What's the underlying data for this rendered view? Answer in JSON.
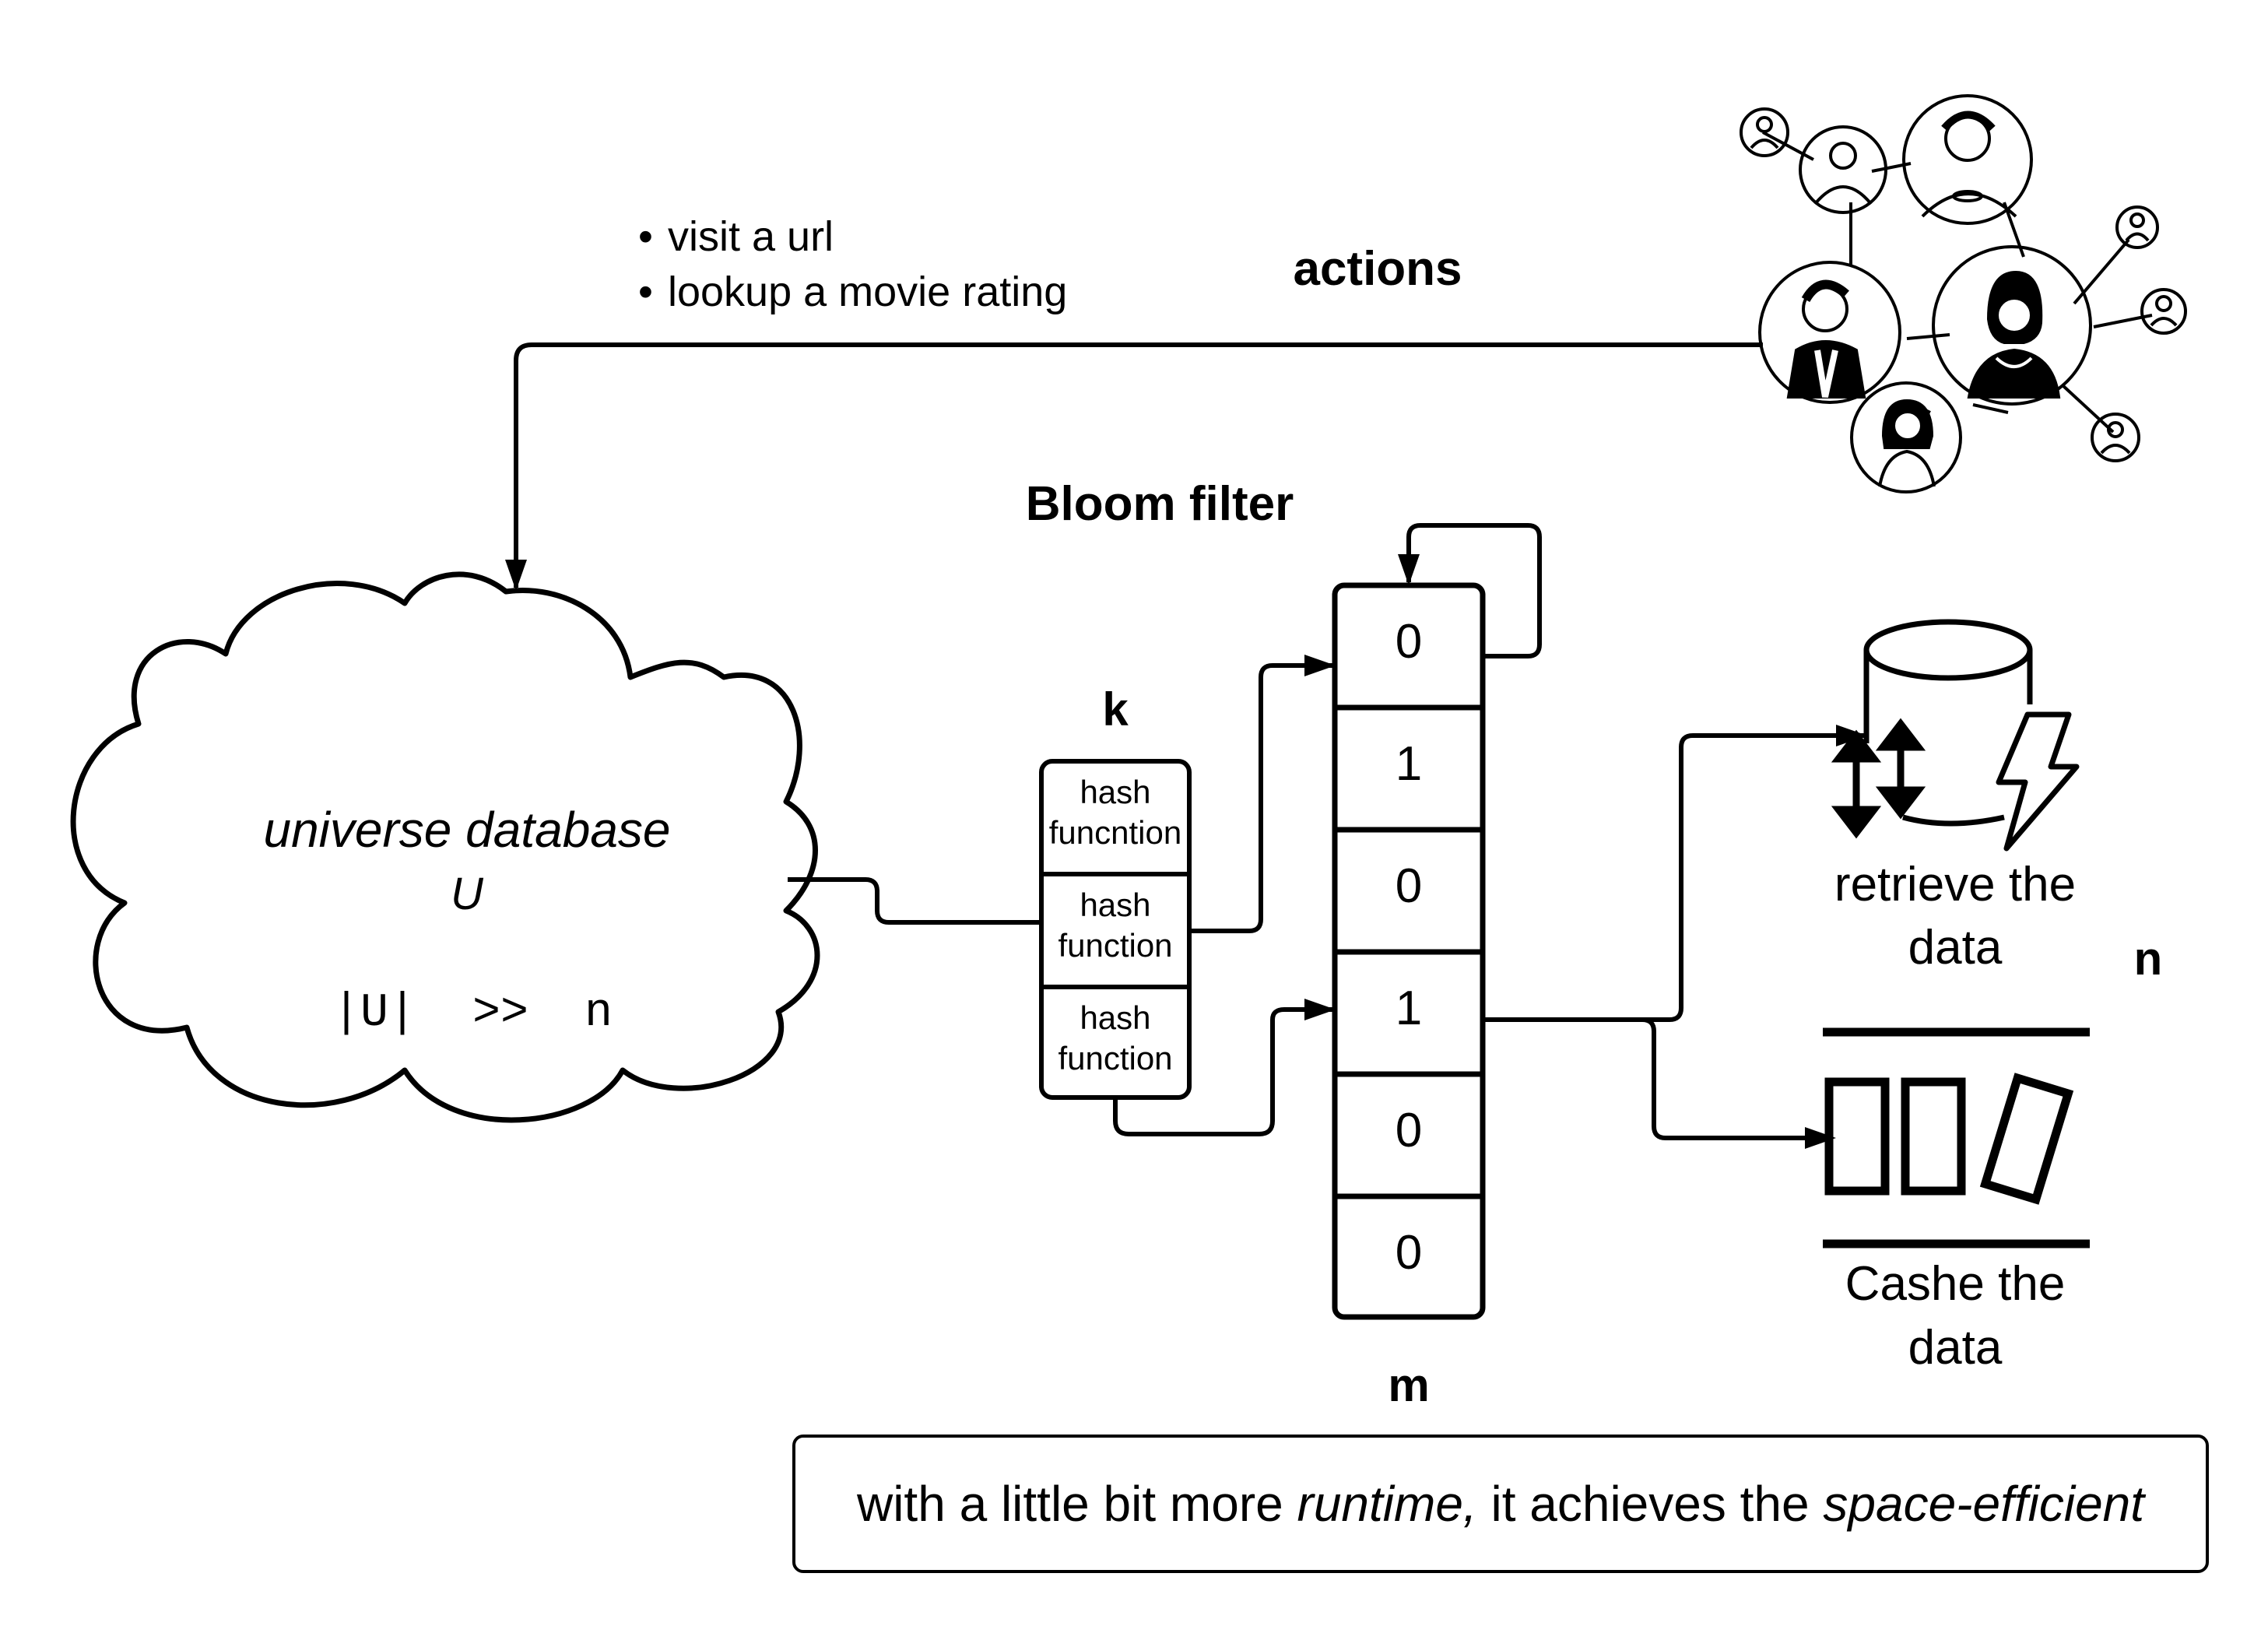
{
  "diagram": {
    "title": "Bloom filter",
    "actions_label": "actions",
    "actions_list": [
      "visit a url",
      "lookup a movie rating"
    ],
    "universe": {
      "label": "universe database",
      "symbol": "U",
      "relation": "|U|  >>  n"
    },
    "hash": {
      "label": "k",
      "functions": [
        {
          "line1": "hash",
          "line2": "funcntion"
        },
        {
          "line1": "hash",
          "line2": "function"
        },
        {
          "line1": "hash",
          "line2": "function"
        }
      ]
    },
    "bit_array": {
      "label": "m",
      "bits": [
        "0",
        "1",
        "0",
        "1",
        "0",
        "0"
      ]
    },
    "outputs": {
      "n_label": "n",
      "retrieve": {
        "line1": "retrieve the",
        "line2": "data",
        "icon": "database-lightning-icon"
      },
      "cache": {
        "line1": "Cashe the",
        "line2": "data",
        "icon": "cache-blocks-icon"
      }
    },
    "note": {
      "part1": "with a little bit more ",
      "part2": "runtime,",
      "part3": " it achieves the ",
      "part4": "space-efficient"
    },
    "users_icon": "social-network-people-icon"
  }
}
